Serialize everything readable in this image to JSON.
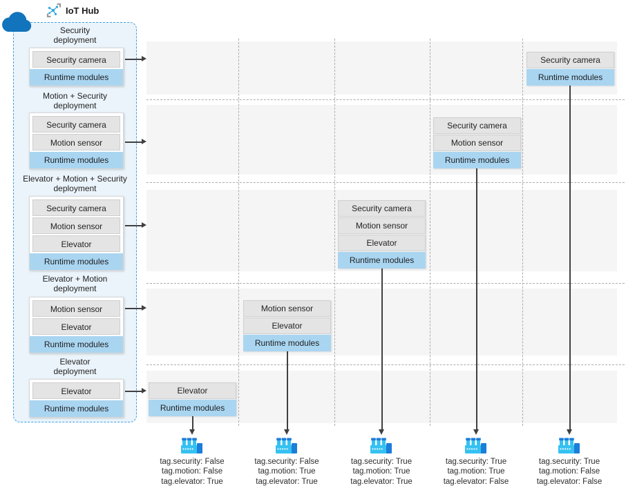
{
  "title": "IoT Hub",
  "hub": {
    "deployments": [
      {
        "title": "Security",
        "subtitle": "deployment",
        "modules": [
          "Security camera"
        ],
        "runtime": "Runtime modules"
      },
      {
        "title": "Motion + Security",
        "subtitle": "deployment",
        "modules": [
          "Security camera",
          "Motion sensor"
        ],
        "runtime": "Runtime modules"
      },
      {
        "title": "Elevator + Motion + Security",
        "subtitle": "deployment",
        "modules": [
          "Security camera",
          "Motion sensor",
          "Elevator"
        ],
        "runtime": "Runtime modules"
      },
      {
        "title": "Elevator + Motion",
        "subtitle": "deployment",
        "modules": [
          "Motion sensor",
          "Elevator"
        ],
        "runtime": "Runtime modules"
      },
      {
        "title": "Elevator",
        "subtitle": "deployment",
        "modules": [
          "Elevator"
        ],
        "runtime": "Runtime modules"
      }
    ]
  },
  "devices": [
    {
      "modules": [
        "Elevator"
      ],
      "runtime": "Runtime modules",
      "tags": [
        "tag.security: False",
        "tag.motion: False",
        "tag.elevator: True"
      ]
    },
    {
      "modules": [
        "Motion sensor",
        "Elevator"
      ],
      "runtime": "Runtime modules",
      "tags": [
        "tag.security: False",
        "tag.motion: True",
        "tag.elevator: True"
      ]
    },
    {
      "modules": [
        "Security camera",
        "Motion sensor",
        "Elevator"
      ],
      "runtime": "Runtime modules",
      "tags": [
        "tag.security: True",
        "tag.motion: True",
        "tag.elevator: True"
      ]
    },
    {
      "modules": [
        "Security camera",
        "Motion sensor"
      ],
      "runtime": "Runtime modules",
      "tags": [
        "tag.security: True",
        "tag.motion: True",
        "tag.elevator: False"
      ]
    },
    {
      "modules": [
        "Security camera"
      ],
      "runtime": "Runtime modules",
      "tags": [
        "tag.security: True",
        "tag.motion: False",
        "tag.elevator: False"
      ]
    }
  ],
  "colors": {
    "panel_fill": "#ebf4fb",
    "panel_border": "#3f9ee0",
    "module_gray": "#e4e4e4",
    "runtime_blue": "#a9d5f1",
    "band_gray": "#f5f5f5",
    "line_dark": "#404040",
    "cloud_blue": "#1174bc",
    "factory_light": "#35c1f1",
    "factory_dark": "#1b7ed9"
  }
}
